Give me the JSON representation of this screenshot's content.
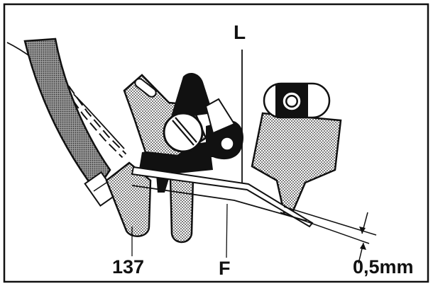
{
  "labels": {
    "reference_line": "L",
    "part_number": "137",
    "part_f": "F",
    "gap_dimension": "0,5mm"
  },
  "colors": {
    "ink": "#111111",
    "paper": "#ffffff",
    "dot_fill": "#8a8a8a"
  }
}
